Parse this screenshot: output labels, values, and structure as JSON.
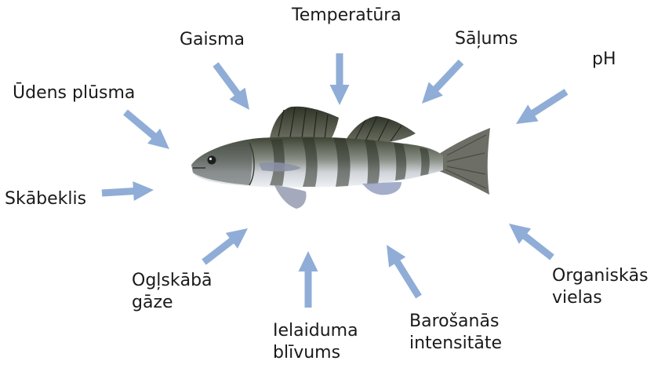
{
  "colors": {
    "arrow": "#8fadd6",
    "text": "#1a1a1a",
    "background": "#ffffff"
  },
  "center_image": "fish-zander",
  "factors": {
    "temperature": [
      "Temperatūra"
    ],
    "light": [
      "Gaisma"
    ],
    "salinity": [
      "Sāļums"
    ],
    "ph": [
      "pH"
    ],
    "water_flow": [
      "Ūdens plūsma"
    ],
    "oxygen": [
      "Skābeklis"
    ],
    "carbon_dioxide": [
      "Ogļskābā",
      "gāze"
    ],
    "stocking_density": [
      "Ielaiduma",
      "blīvums"
    ],
    "feeding_intensity": [
      "Barošanās",
      "intensitāte"
    ],
    "organic_matter": [
      "Organiskās",
      "vielas"
    ]
  }
}
